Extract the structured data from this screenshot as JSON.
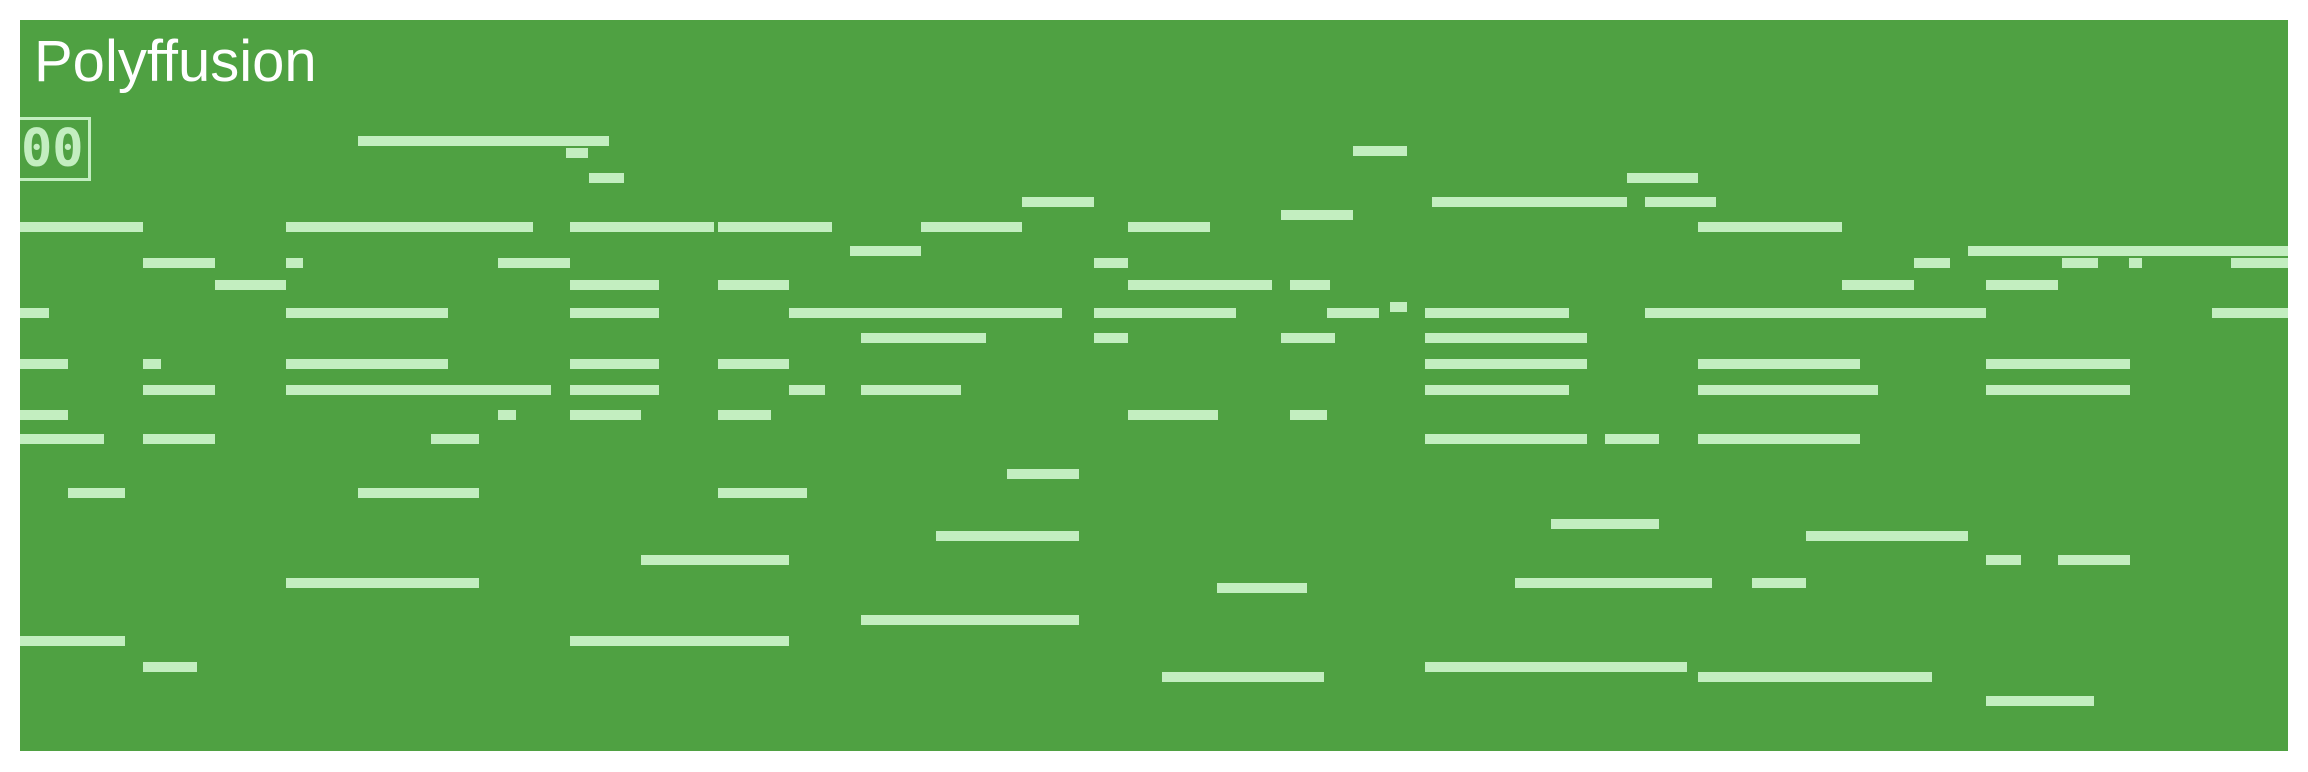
{
  "header": {
    "title": "Polyffusion",
    "sample_id": "00"
  },
  "colors": {
    "background": "#4fa142",
    "note": "#c3eec0",
    "title": "#ffffff"
  },
  "piano_roll": {
    "notes": [
      [
        0.1492,
        0.2597,
        0.1651
      ],
      [
        0.2407,
        0.2506,
        0.1823
      ],
      [
        0.5877,
        0.6116,
        0.1788
      ],
      [
        0.2507,
        0.2662,
        0.2162
      ],
      [
        0.7084,
        0.7399,
        0.2162
      ],
      [
        0.4419,
        0.4735,
        0.2483
      ],
      [
        0.6227,
        0.7084,
        0.2483
      ],
      [
        0.7164,
        0.7479,
        0.2483
      ],
      [
        0.5561,
        0.5877,
        0.2671
      ],
      [
        -0.0013,
        0.0542,
        0.2835
      ],
      [
        0.1175,
        0.2264,
        0.2835
      ],
      [
        0.2424,
        0.3062,
        0.2835
      ],
      [
        0.3078,
        0.358,
        0.2835
      ],
      [
        0.3974,
        0.4419,
        0.2835
      ],
      [
        0.4887,
        0.5247,
        0.2835
      ],
      [
        0.7399,
        0.8033,
        0.2835
      ],
      [
        0.366,
        0.3974,
        0.3157
      ],
      [
        0.859,
        1.0013,
        0.3157
      ],
      [
        0.0542,
        0.0858,
        0.3326
      ],
      [
        0.1175,
        0.125,
        0.3326
      ],
      [
        0.2107,
        0.2424,
        0.3326
      ],
      [
        0.4735,
        0.4887,
        0.3326
      ],
      [
        0.8352,
        0.8509,
        0.3326
      ],
      [
        0.9003,
        0.9163,
        0.3326
      ],
      [
        0.9297,
        0.9358,
        0.3326
      ],
      [
        0.9747,
        1.0013,
        0.3326
      ],
      [
        0.0858,
        0.1175,
        0.3629
      ],
      [
        0.2424,
        0.2818,
        0.3629
      ],
      [
        0.3078,
        0.3392,
        0.3629
      ],
      [
        0.4887,
        0.5521,
        0.3629
      ],
      [
        0.56,
        0.5775,
        0.3629
      ],
      [
        0.8033,
        0.8352,
        0.3629
      ],
      [
        0.8668,
        0.8984,
        0.3629
      ],
      [
        -0.0013,
        0.013,
        0.4012
      ],
      [
        0.1175,
        0.1889,
        0.4012
      ],
      [
        0.2424,
        0.2818,
        0.4012
      ],
      [
        0.3392,
        0.3708,
        0.4012
      ],
      [
        0.3708,
        0.4596,
        0.4012
      ],
      [
        0.4735,
        0.4887,
        0.4012
      ],
      [
        0.4887,
        0.5361,
        0.4012
      ],
      [
        0.5762,
        0.5992,
        0.4012
      ],
      [
        0.604,
        0.6116,
        0.392
      ],
      [
        0.6196,
        0.6831,
        0.4012
      ],
      [
        0.7164,
        0.7479,
        0.4012
      ],
      [
        0.7399,
        0.8668,
        0.4012
      ],
      [
        0.9667,
        1.0013,
        0.4012
      ],
      [
        0.3708,
        0.4261,
        0.435
      ],
      [
        0.4735,
        0.4887,
        0.435
      ],
      [
        0.5561,
        0.5799,
        0.435
      ],
      [
        0.6196,
        0.6908,
        0.435
      ],
      [
        -0.0013,
        0.021,
        0.4708
      ],
      [
        0.0542,
        0.062,
        0.4708
      ],
      [
        0.1175,
        0.1889,
        0.4708
      ],
      [
        0.2424,
        0.2818,
        0.4708
      ],
      [
        0.3078,
        0.3392,
        0.4708
      ],
      [
        0.6196,
        0.6908,
        0.4708
      ],
      [
        0.7399,
        0.8113,
        0.4708
      ],
      [
        0.8668,
        0.9303,
        0.4708
      ],
      [
        0.0542,
        0.0858,
        0.5055
      ],
      [
        0.1175,
        0.234,
        0.5055
      ],
      [
        0.2424,
        0.2818,
        0.5055
      ],
      [
        0.3392,
        0.3549,
        0.5055
      ],
      [
        0.3708,
        0.4148,
        0.5055
      ],
      [
        0.6196,
        0.6831,
        0.5055
      ],
      [
        0.7399,
        0.8192,
        0.5055
      ],
      [
        0.8668,
        0.9303,
        0.5055
      ],
      [
        -0.0013,
        0.021,
        0.541
      ],
      [
        0.2107,
        0.2185,
        0.541
      ],
      [
        0.2424,
        0.274,
        0.541
      ],
      [
        0.3078,
        0.3313,
        0.541
      ],
      [
        0.4887,
        0.5284,
        0.541
      ],
      [
        0.56,
        0.5761,
        0.541
      ],
      [
        -0.0013,
        0.0369,
        0.5731
      ],
      [
        0.0542,
        0.0858,
        0.5731
      ],
      [
        0.181,
        0.2026,
        0.5731
      ],
      [
        0.6196,
        0.6908,
        0.5731
      ],
      [
        0.6988,
        0.7225,
        0.5731
      ],
      [
        0.7399,
        0.8113,
        0.5731
      ],
      [
        0.4354,
        0.4671,
        0.6211
      ],
      [
        0.021,
        0.0464,
        0.6474
      ],
      [
        0.1492,
        0.2026,
        0.6474
      ],
      [
        0.3078,
        0.347,
        0.6474
      ],
      [
        0.675,
        0.7225,
        0.6895
      ],
      [
        0.4037,
        0.4671,
        0.7061
      ],
      [
        0.7874,
        0.859,
        0.7061
      ],
      [
        0.274,
        0.3392,
        0.7383
      ],
      [
        0.8668,
        0.8823,
        0.7383
      ],
      [
        0.8984,
        0.9303,
        0.7383
      ],
      [
        0.1175,
        0.2026,
        0.7703
      ],
      [
        0.5277,
        0.5673,
        0.7764
      ],
      [
        0.6591,
        0.7461,
        0.7703
      ],
      [
        0.7636,
        0.7874,
        0.7703
      ],
      [
        0.3708,
        0.4671,
        0.8202
      ],
      [
        -0.0013,
        0.0464,
        0.8495
      ],
      [
        0.2424,
        0.3392,
        0.8495
      ],
      [
        0.0542,
        0.0779,
        0.885
      ],
      [
        0.5037,
        0.5751,
        0.8987
      ],
      [
        0.6196,
        0.7348,
        0.885
      ],
      [
        0.7399,
        0.8431,
        0.8987
      ],
      [
        0.8668,
        0.9143,
        0.9316
      ]
    ]
  }
}
